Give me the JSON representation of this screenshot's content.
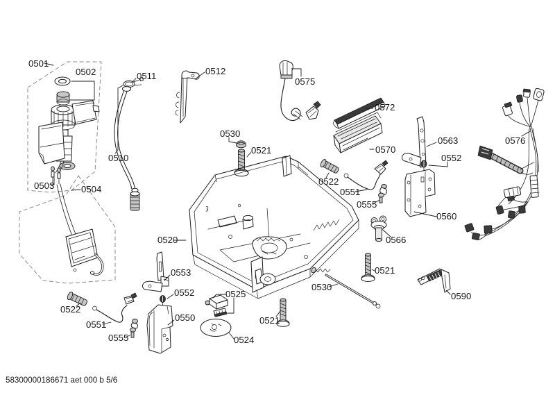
{
  "document": {
    "kind": "exploded-parts-diagram",
    "footer_code": "58300000186671 aet 000 b 5/6"
  },
  "colors": {
    "background": "#ffffff",
    "line": "#1b1b1b",
    "dashed_outline": "#8a8a8a",
    "shade_light": "#c6c6c6",
    "shade_dark": "#3a3a3a"
  },
  "callouts": [
    {
      "part": "0501"
    },
    {
      "part": "0502"
    },
    {
      "part": "0511"
    },
    {
      "part": "0512"
    },
    {
      "part": "0575"
    },
    {
      "part": "0572"
    },
    {
      "part": "0570"
    },
    {
      "part": "0563"
    },
    {
      "part": "0552"
    },
    {
      "part": "0576"
    },
    {
      "part": "0510"
    },
    {
      "part": "0530"
    },
    {
      "part": "0521"
    },
    {
      "part": "0522"
    },
    {
      "part": "0551"
    },
    {
      "part": "0555"
    },
    {
      "part": "0560"
    },
    {
      "part": "0520"
    },
    {
      "part": "0566"
    },
    {
      "part": "0521"
    },
    {
      "part": "0553"
    },
    {
      "part": "0552"
    },
    {
      "part": "0530"
    },
    {
      "part": "0590"
    },
    {
      "part": "0522"
    },
    {
      "part": "0551"
    },
    {
      "part": "0550"
    },
    {
      "part": "0525"
    },
    {
      "part": "0555"
    },
    {
      "part": "0521"
    },
    {
      "part": "0524"
    },
    {
      "part": "0503"
    },
    {
      "part": "0504"
    }
  ]
}
